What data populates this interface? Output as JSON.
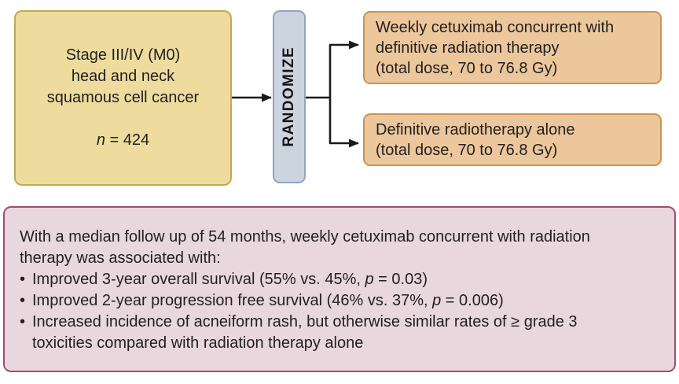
{
  "diagram_title": "randomized-trial-schema",
  "population": {
    "lines": [
      "Stage III/IV (M0)",
      "head and neck",
      "squamous cell cancer"
    ],
    "n_italic": "n",
    "n_rest": " = 424"
  },
  "randomize_label": "RANDOMIZE",
  "arms": [
    {
      "lines": [
        "Weekly cetuximab concurrent with",
        "definitive radiation therapy",
        "(total dose, 70 to 76.8 Gy)"
      ]
    },
    {
      "lines": [
        "Definitive radiotherapy alone",
        "(total dose, 70 to 76.8 Gy)"
      ]
    }
  ],
  "results": {
    "intro_lines": [
      "With a median follow up of 54 months, weekly cetuximab concurrent with radiation",
      "therapy was associated with:"
    ],
    "bullet_char": "•",
    "bullets": [
      {
        "pre": "Improved 3-year overall survival (55% vs. 45%, ",
        "p": "p",
        "post": " = 0.03)",
        "line2": ""
      },
      {
        "pre": "Improved 2-year progression free survival (46% vs. 37%, ",
        "p": "p",
        "post": " = 0.006)",
        "line2": ""
      },
      {
        "pre": "Increased incidence of acneiform rash, but otherwise similar rates of ≥ grade 3",
        "p": "",
        "post": "",
        "line2": "toxicities compared with radiation therapy alone"
      }
    ]
  },
  "colors": {
    "population_fill": "#eddc9e",
    "population_border": "#c5a94f",
    "randomize_fill": "#ccd4e0",
    "randomize_border": "#92a5bf",
    "arm_fill": "#ebc79b",
    "arm_border": "#cd9256",
    "results_fill": "#e8d7dd",
    "results_border": "#9d4f72",
    "text": "#231f20",
    "arrow": "#1a1a1a"
  }
}
